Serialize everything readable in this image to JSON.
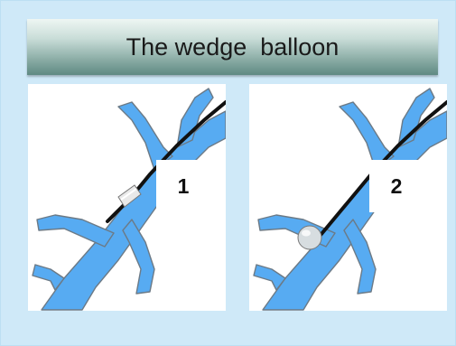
{
  "title": "The wedge  balloon",
  "panels": [
    {
      "label": "1",
      "balloon_state": "deflated"
    },
    {
      "label": "2",
      "balloon_state": "inflated"
    }
  ],
  "colors": {
    "background": "#cfe9f8",
    "vessel": "#57abf2",
    "vessel_outline": "#6c7a86",
    "catheter": "#111111"
  }
}
